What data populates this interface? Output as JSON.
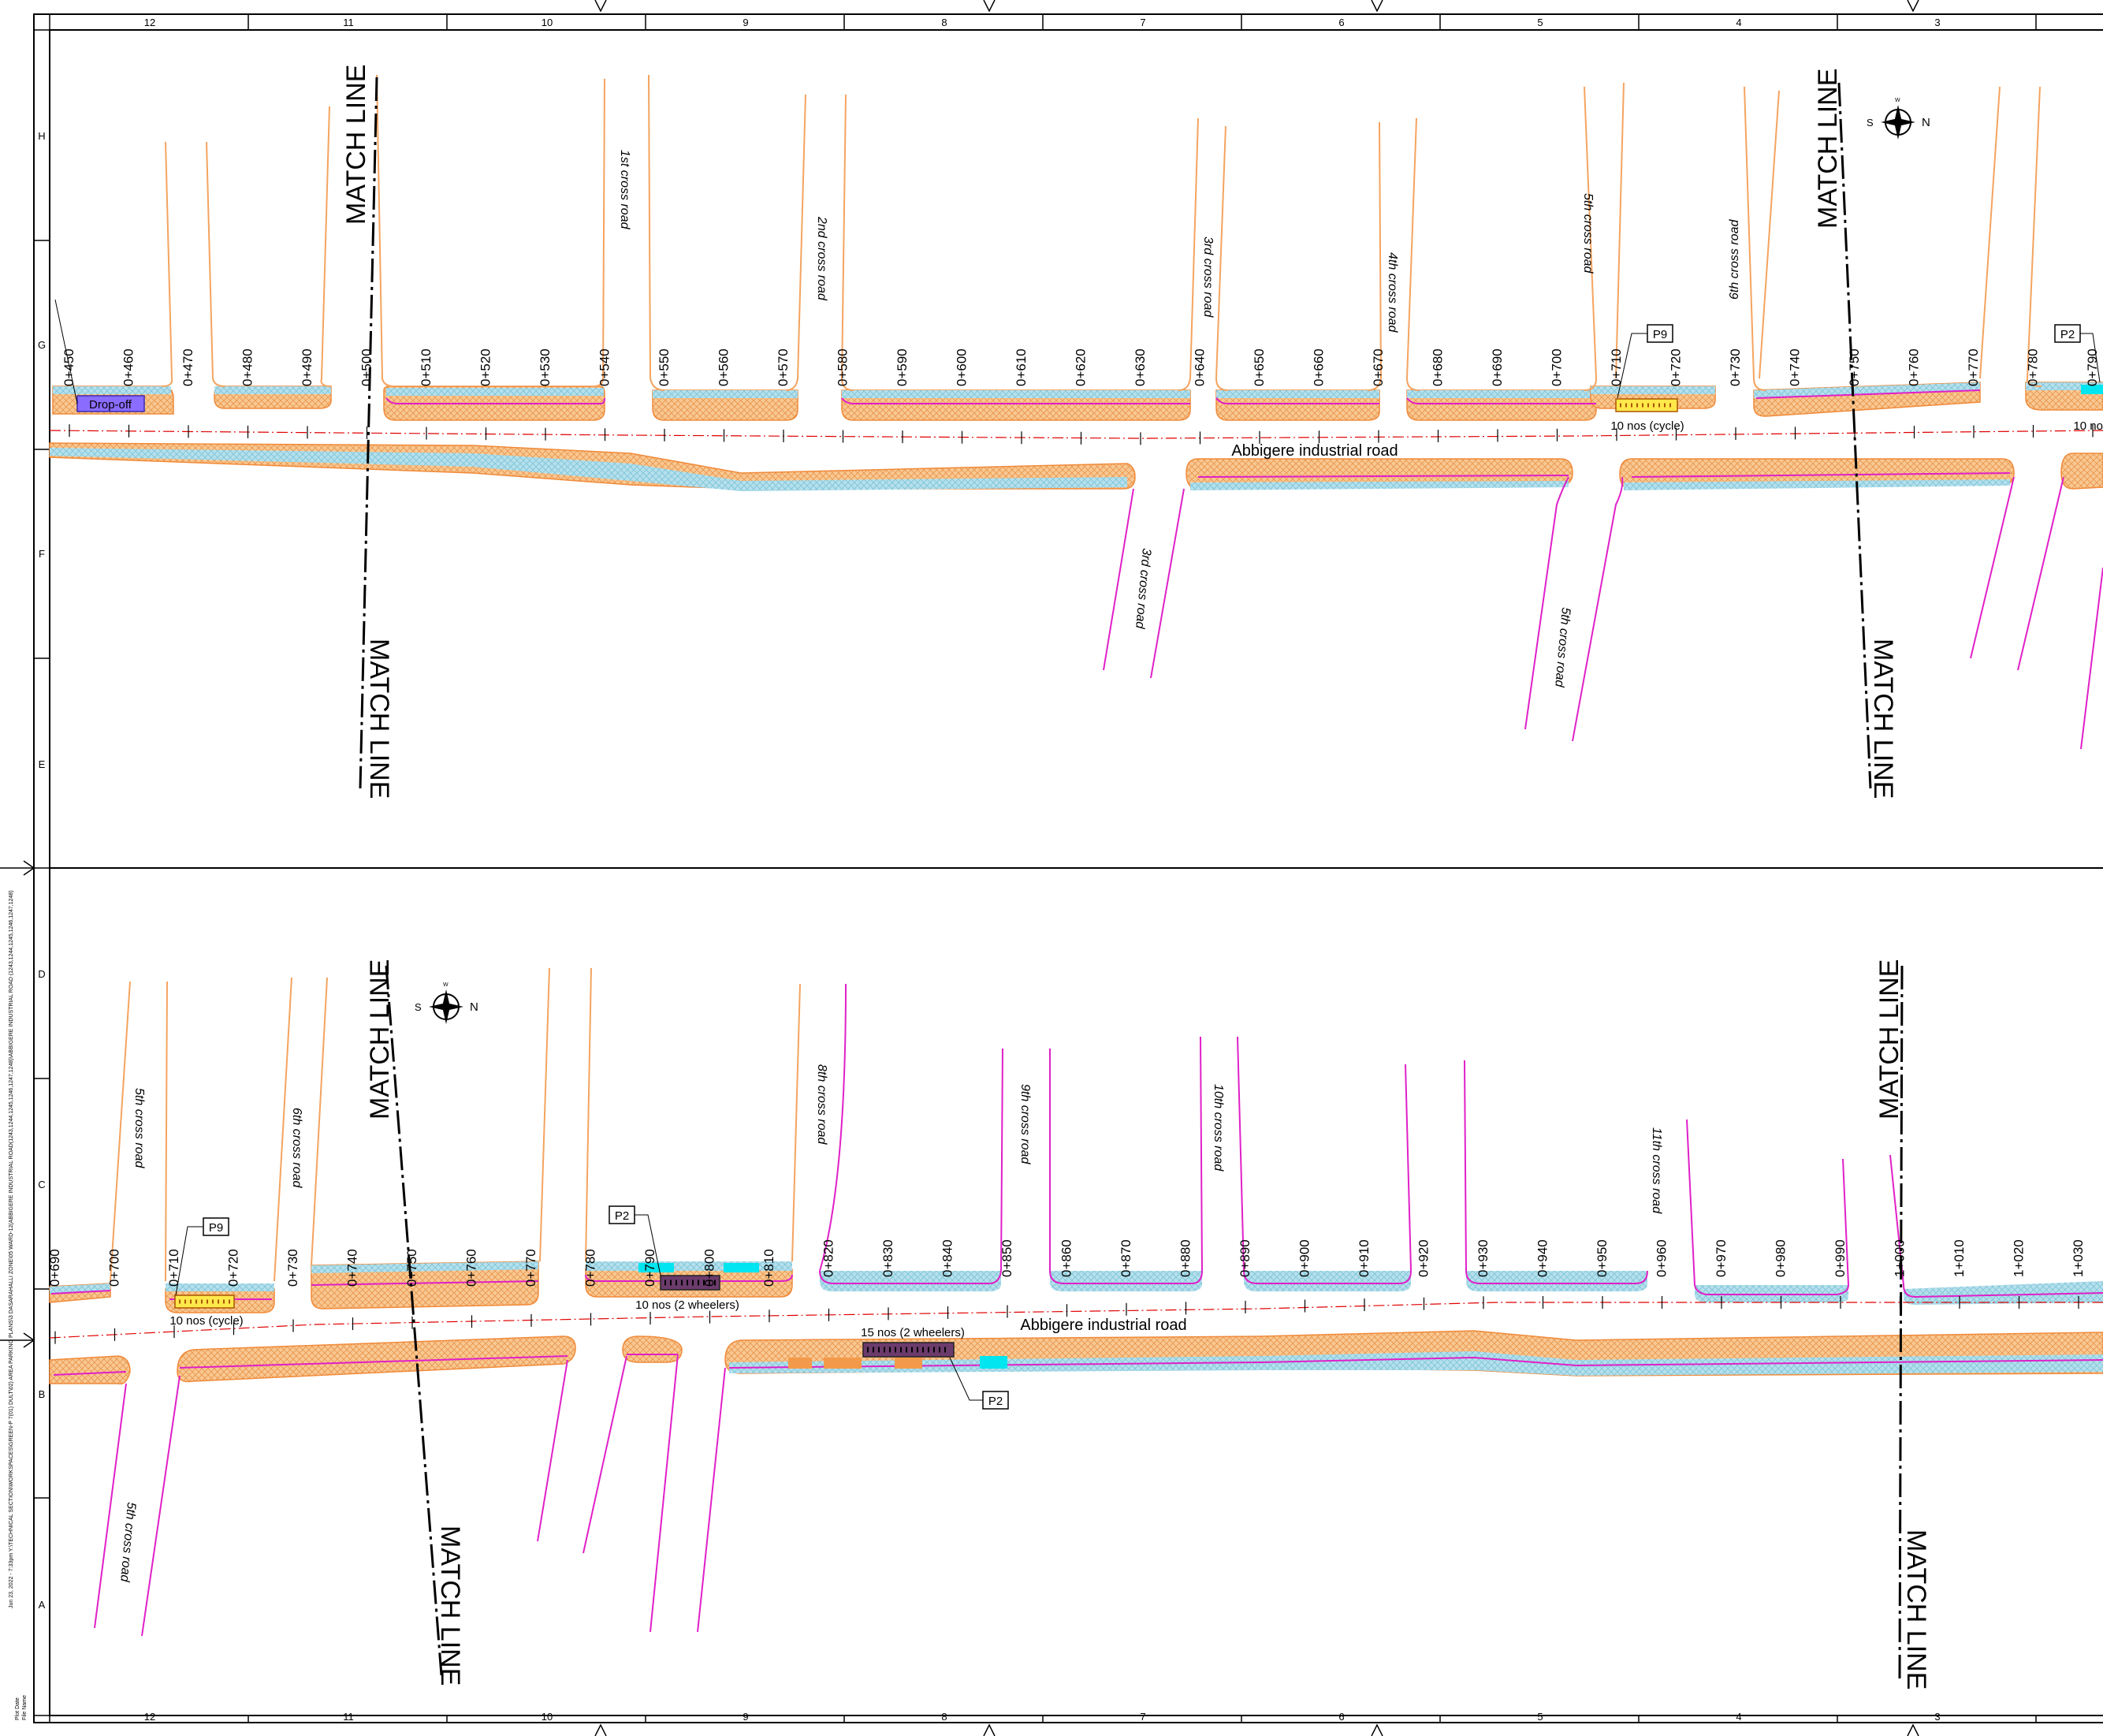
{
  "sheet": {
    "column_numbers": [
      "12",
      "11",
      "10",
      "9",
      "8",
      "7",
      "6",
      "5",
      "4",
      "3"
    ],
    "row_letters": [
      "H",
      "G",
      "F",
      "E",
      "D",
      "C",
      "B",
      "A"
    ],
    "side_text": "Jun 23, 2022 - 7:33pm   Y:\\TECHNICAL SECTION\\WORKSPACES\\GREEN-P 7(01) DULT\\02) AREA PARKING PLANS\\3 DASARAHALLI ZONE\\05 WARD-12(ABBIGERE INDUSTRIAL ROAD(1243,1244,1245,1246,1247,1248)\\ABBIGERE INDUSTRIAL ROAD (1243,1244,1245,1246,1247,1248)",
    "plot_date_label": "Plot Date",
    "file_name_label": "File Name"
  },
  "top_panel": {
    "road_name": "Abbigere industrial road",
    "match_line": "MATCH LINE",
    "chainages": [
      "0+450",
      "0+460",
      "0+470",
      "0+480",
      "0+490",
      "0+500",
      "0+510",
      "0+520",
      "0+530",
      "0+540",
      "0+550",
      "0+560",
      "0+570",
      "0+580",
      "0+590",
      "0+600",
      "0+610",
      "0+620",
      "0+630",
      "0+640",
      "0+650",
      "0+660",
      "0+670",
      "0+680",
      "0+690",
      "0+700",
      "0+710",
      "0+720",
      "0+730",
      "0+740",
      "0+750",
      "0+760",
      "0+770",
      "0+780",
      "0+790"
    ],
    "cross_roads": [
      "1st cross road",
      "2nd cross road",
      "3rd cross road",
      "4th cross road",
      "5th cross road",
      "6th cross road",
      "3rd cross road",
      "5th cross road"
    ],
    "drop_off": "Drop-off",
    "tags": [
      "P9",
      "P2"
    ],
    "parking_notes": [
      "10 nos (cycle)",
      "10 no"
    ]
  },
  "bottom_panel": {
    "road_name": "Abbigere industrial road",
    "match_line": "MATCH LINE",
    "chainages": [
      "0+690",
      "0+700",
      "0+710",
      "0+720",
      "0+730",
      "0+740",
      "0+750",
      "0+760",
      "0+770",
      "0+780",
      "0+790",
      "0+800",
      "0+810",
      "0+820",
      "0+830",
      "0+840",
      "0+850",
      "0+860",
      "0+870",
      "0+880",
      "0+890",
      "0+900",
      "0+910",
      "0+920",
      "0+930",
      "0+940",
      "0+950",
      "0+960",
      "0+970",
      "0+980",
      "0+990",
      "1+000",
      "1+010",
      "1+020",
      "1+030"
    ],
    "cross_roads": [
      "5th cross road",
      "6th cross road",
      "8th cross road",
      "9th cross road",
      "10th cross road",
      "11th cross road",
      "5th cross road"
    ],
    "tags": [
      "P9",
      "P2",
      "P2"
    ],
    "parking_notes": [
      "10 nos (cycle)",
      "10 nos (2 wheelers)",
      "15 nos (2 wheelers)"
    ]
  },
  "compass_letters": {
    "n": "N",
    "s": "S",
    "w": "W"
  },
  "colors": {
    "kerb_orange": "#f4a460",
    "footpath_fill": "#f7c58e",
    "cyan_strip": "#a9dceb",
    "edge_magenta": "#e020c8",
    "centerline_red": "#e00000",
    "existing_road_orange": "#f39a4a",
    "dropoff_purple": "#8a6cff",
    "parking_cyan": "#00e5ef"
  }
}
